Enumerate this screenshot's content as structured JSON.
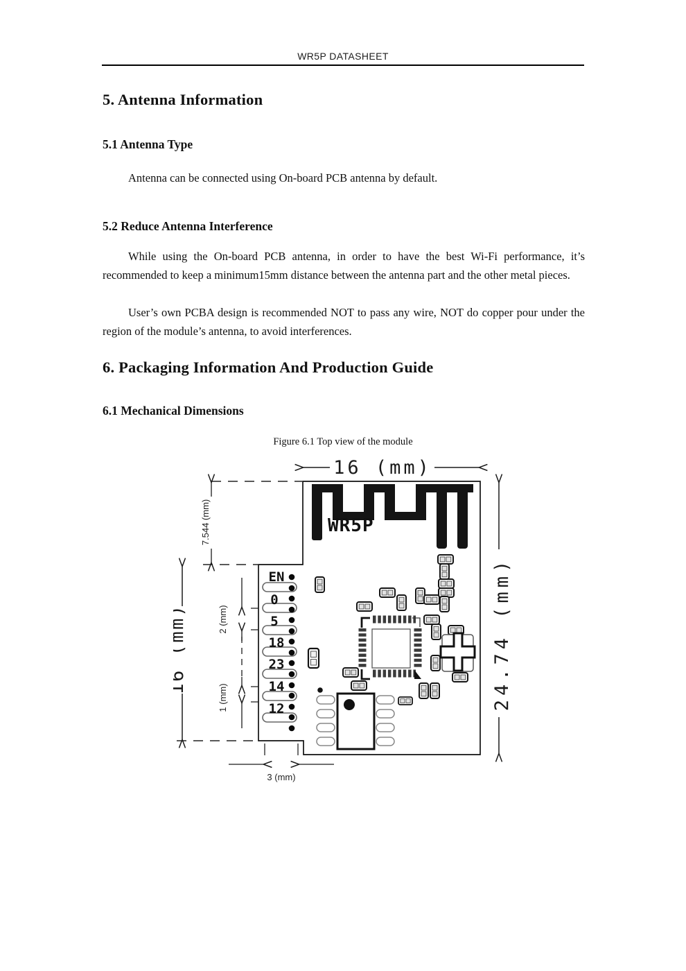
{
  "header": {
    "title": "WR5P DATASHEET"
  },
  "sections": {
    "s5": {
      "title": "5. Antenna Information"
    },
    "s51": {
      "title": "5.1 Antenna Type",
      "p1": "Antenna can be connected using On-board PCB antenna by default."
    },
    "s52": {
      "title": "5.2 Reduce Antenna Interference",
      "p1": "While using the On-board PCB antenna, in order to have the best Wi-Fi performance, it’s recommended to keep a minimum15mm distance between the antenna part and the other metal pieces.",
      "p2": "User’s own PCBA design is recommended NOT to pass any wire, NOT do copper pour under the region of the module’s antenna, to avoid interferences."
    },
    "s6": {
      "title": "6. Packaging Information And Production Guide"
    },
    "s61": {
      "title": "6.1 Mechanical Dimensions"
    }
  },
  "figure": {
    "caption": "Figure 6.1 Top view of the module",
    "module_label": "WR5P",
    "dims": {
      "top_width": "16 (mm)",
      "right_height": "24.74 (mm)",
      "left_height": "16 (mm)",
      "antenna_height": "7.544 (mm)",
      "pin_pitch": "2 (mm)",
      "pin_offset": "1 (mm)",
      "pad_width": "3 (mm)"
    },
    "pins": [
      "EN",
      "0",
      "5",
      "18",
      "23",
      "14",
      "12"
    ]
  }
}
